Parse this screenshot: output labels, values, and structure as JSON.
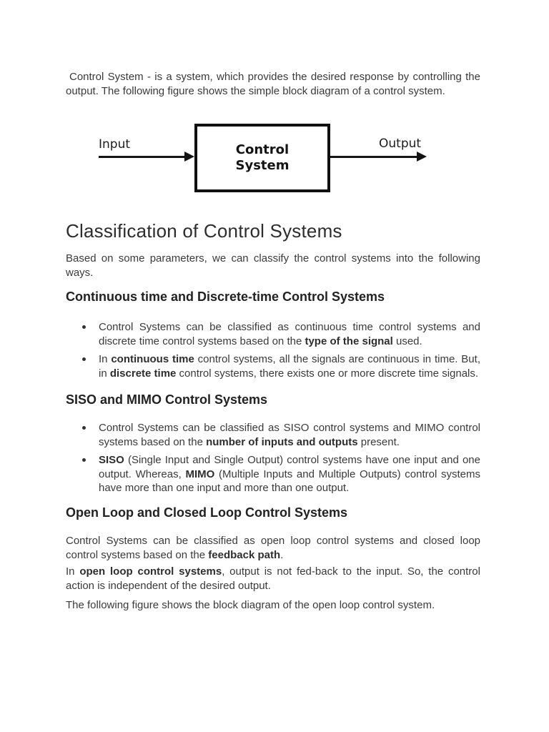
{
  "colors": {
    "page_background": "#ffffff",
    "body_text": "#3a3a3a",
    "heading_text": "#2d2d2d",
    "diagram_ink": "#141414"
  },
  "intro": {
    "segments": [
      {
        "t": "Control System - is a system, which provides the desired response by controlling the output. The following figure shows the simple block diagram of a control system.",
        "b": false
      }
    ]
  },
  "diagram": {
    "input_label": "Input",
    "box_label_line1": "Control",
    "box_label_line2": "System",
    "output_label": "Output"
  },
  "classification": {
    "heading": "Classification of Control Systems",
    "intro": "Based on some parameters, we can classify the control systems into the following ways."
  },
  "continuous_discrete": {
    "heading": "Continuous time and Discrete-time Control Systems",
    "bullets": [
      {
        "segments": [
          {
            "t": "Control Systems can be classified as continuous time control systems and discrete time control systems based on the ",
            "b": false
          },
          {
            "t": "type of the signal",
            "b": true
          },
          {
            "t": " used.",
            "b": false
          }
        ]
      },
      {
        "segments": [
          {
            "t": "In ",
            "b": false
          },
          {
            "t": "continuous time",
            "b": true
          },
          {
            "t": " control systems, all the signals are continuous in time. But, in ",
            "b": false
          },
          {
            "t": "discrete time",
            "b": true
          },
          {
            "t": " control systems, there exists one or more discrete time signals.",
            "b": false
          }
        ]
      }
    ]
  },
  "siso_mimo": {
    "heading": "SISO and MIMO Control Systems",
    "bullets": [
      {
        "segments": [
          {
            "t": "Control Systems can be classified as SISO control systems and MIMO control systems based on the ",
            "b": false
          },
          {
            "t": "number of inputs and outputs",
            "b": true
          },
          {
            "t": " present.",
            "b": false
          }
        ]
      },
      {
        "segments": [
          {
            "t": "SISO",
            "b": true
          },
          {
            "t": " (Single Input and Single Output) control systems have one input and one output. Whereas, ",
            "b": false
          },
          {
            "t": "MIMO",
            "b": true
          },
          {
            "t": " (Multiple Inputs and Multiple Outputs) control systems have more than one input and more than one output.",
            "b": false
          }
        ]
      }
    ]
  },
  "open_closed": {
    "heading": "Open Loop and Closed Loop Control Systems",
    "paragraphs": [
      {
        "segments": [
          {
            "t": "Control Systems can be classified as open loop control systems and closed loop control systems based on the ",
            "b": false
          },
          {
            "t": "feedback path",
            "b": true
          },
          {
            "t": ".",
            "b": false
          }
        ]
      },
      {
        "segments": [
          {
            "t": "In ",
            "b": false
          },
          {
            "t": "open loop control systems",
            "b": true
          },
          {
            "t": ", output is not fed-back to the input. So, the control action is independent of the desired output.",
            "b": false
          }
        ]
      },
      {
        "segments": [
          {
            "t": "The following figure shows the block diagram of the open loop control system.",
            "b": false
          }
        ]
      }
    ]
  }
}
